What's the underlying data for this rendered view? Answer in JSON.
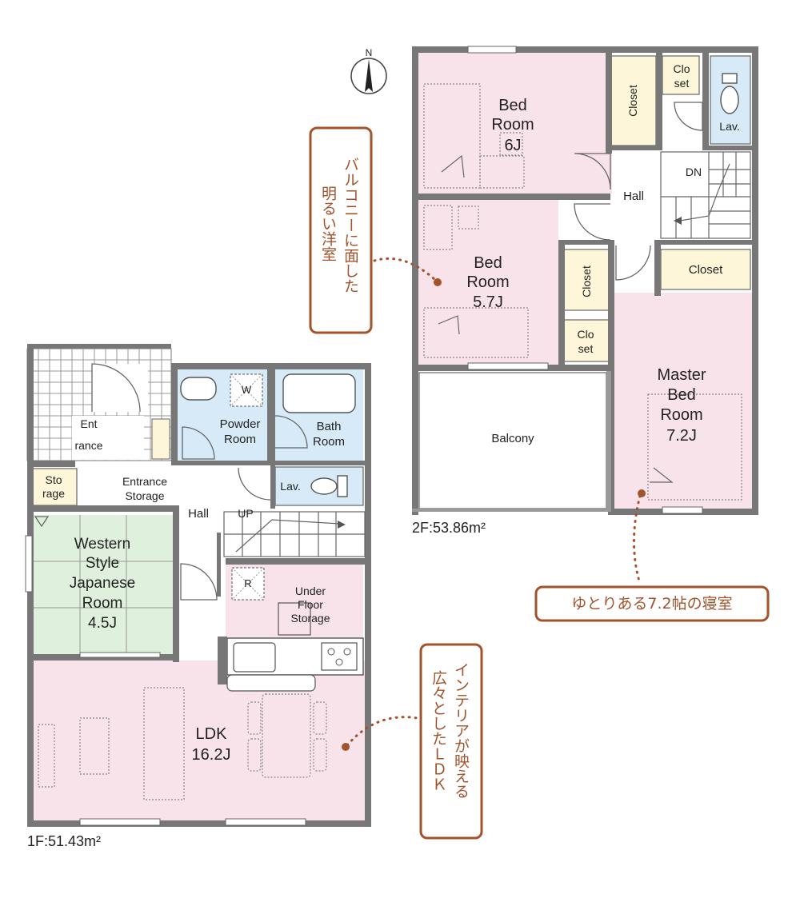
{
  "compass": {
    "north_label": "N"
  },
  "floor2": {
    "area_label": "2F:53.86m²",
    "rooms": {
      "bedroom1": [
        "Bed",
        "Room",
        "6J"
      ],
      "bedroom2": [
        "Bed",
        "Room",
        "5.7J"
      ],
      "master": [
        "Master",
        "Bed",
        "Room",
        "7.2J"
      ],
      "closet1": "Closet",
      "closet2": "Closet",
      "closet3": "Closet",
      "closet_small1": [
        "Clo",
        "set"
      ],
      "closet_small2": [
        "Clo",
        "set"
      ],
      "lavatory": "Lav.",
      "hall": "Hall",
      "stairs_dn": "DN",
      "balcony": "Balcony"
    }
  },
  "floor1": {
    "area_label": "1F:51.43m²",
    "rooms": {
      "entrance": [
        "Ent",
        "rance"
      ],
      "entrance_storage": [
        "Entrance",
        "Storage"
      ],
      "storage": [
        "Sto",
        "rage"
      ],
      "powder_room": [
        "Powder",
        "Room"
      ],
      "washer": "W",
      "bath_room": [
        "Bath",
        "Room"
      ],
      "lavatory": "Lav.",
      "hall": "Hall",
      "stairs_up": "UP",
      "western_room": [
        "Western",
        "Style",
        "Japanese",
        "Room",
        "4.5J"
      ],
      "fridge": "R",
      "under_floor_storage": [
        "Under",
        "Floor",
        "Storage"
      ],
      "ldk": [
        "LDK",
        "16.2J"
      ]
    }
  },
  "callouts": {
    "balcony_room": [
      "バルコニーに面した",
      "明るい洋室"
    ],
    "master_room": "ゆとりある7.2帖の寝室",
    "ldk": [
      "インテリアが映える",
      "広々としたＬＤＫ"
    ]
  },
  "colors": {
    "bedroom": "#f8e3ea",
    "bath": "#d6eaf8",
    "closet": "#fdf6d8",
    "tatami": "#dff0dc",
    "wall": "#777777",
    "callout": "#a3532b"
  }
}
